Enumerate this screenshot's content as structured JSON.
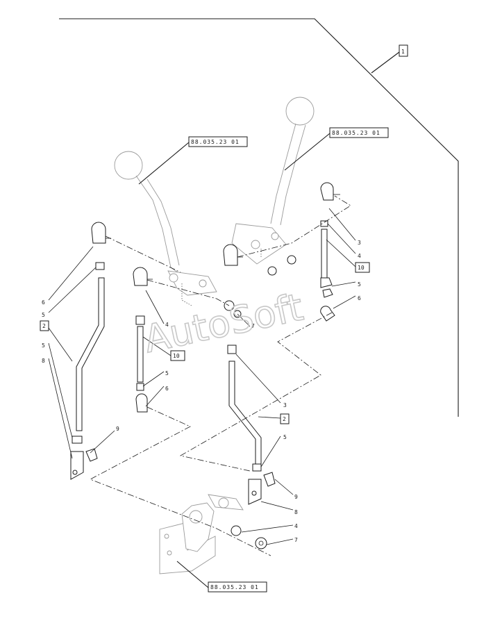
{
  "watermark": "AutoSoft",
  "references": {
    "ref_top_left": "88.035.23 01",
    "ref_top_right": "88.035.23 01",
    "ref_bottom": "88.035.23 01"
  },
  "boxed_labels": {
    "b1": "1",
    "b2_left": "2",
    "b2_right": "2",
    "b10_left": "10",
    "b10_right": "10"
  },
  "callouts": {
    "c3_right": "3",
    "c4_right": "4",
    "c5_right_a": "5",
    "c6_right": "6",
    "c6_left": "6",
    "c5_left_a": "5",
    "c5_left_b": "5",
    "c8_left": "8",
    "c9_left": "9",
    "c4_mid": "4",
    "c7_mid": "7",
    "c5_mid_a": "5",
    "c6_mid": "6",
    "c3_center": "3",
    "c5_center": "5",
    "c9_center": "9",
    "c8_center": "8",
    "c4_bottom": "4",
    "c7_bottom": "7"
  },
  "colors": {
    "line": "#1a1a1a",
    "watermark": "#c8c8c8",
    "background": "#ffffff"
  }
}
